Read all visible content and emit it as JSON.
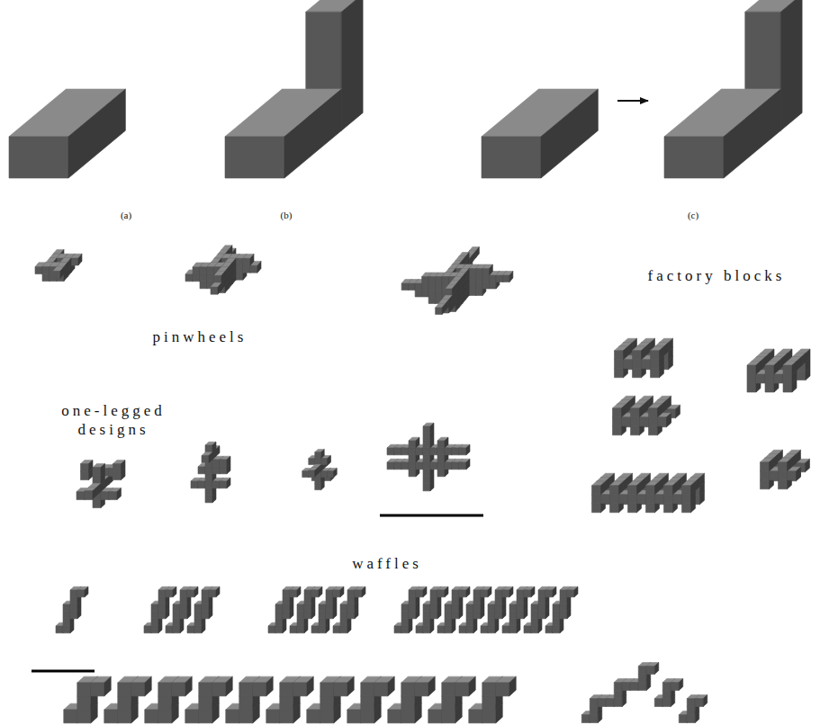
{
  "diagram": {
    "labels": [
      "(a)",
      "(b)",
      "(c)",
      "pinwheels",
      "one-legged designs",
      "factory blocks",
      "waffles"
    ]
  }
}
